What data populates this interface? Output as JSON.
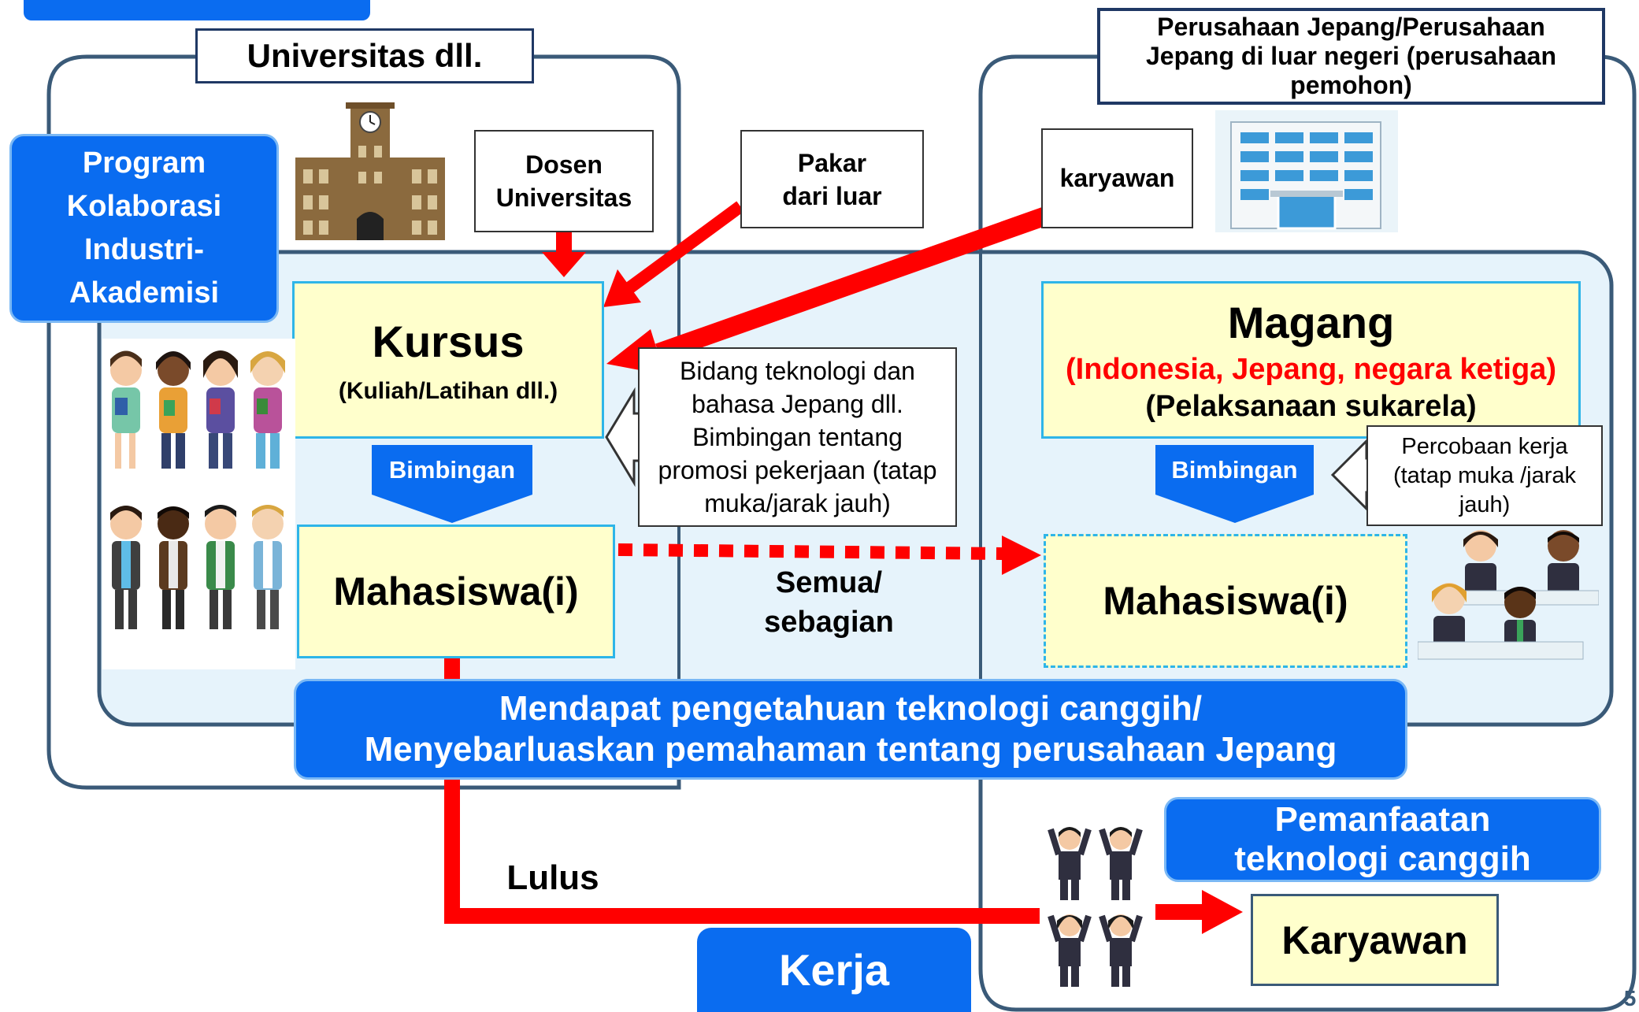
{
  "top_left_tab": "",
  "universitas_label": "Universitas dll.",
  "company_label": "Perusahaan Jepang/Perusahaan Jepang di luar negeri (perusahaan pemohon)",
  "program_label": "Program Kolaborasi Industri-Akademisi",
  "dosen_label": "Dosen Universitas",
  "pakar_label": "Pakar dari luar",
  "karyawan_small_label": "karyawan",
  "kursus_title": "Kursus",
  "kursus_sub": "(Kuliah/Latihan dll.)",
  "bimbingan_left": "Bimbingan",
  "mahasiswa_left": "Mahasiswa(i)",
  "bidang_note": "Bidang teknologi dan bahasa Jepang dll. Bimbingan tentang promosi pekerjaan (tatap muka/jarak jauh)",
  "magang_title": "Magang",
  "magang_red": "(Indonesia, Jepang, negara ketiga)",
  "magang_sub": "(Pelaksanaan sukarela)",
  "bimbingan_right": "Bimbingan",
  "percobaan_note": "Percobaan kerja (tatap muka /jarak jauh)",
  "mahasiswa_right": "Mahasiswa(i)",
  "semua_label": "Semua/ sebagian",
  "banner_line1": "Mendapat pengetahuan teknologi canggih/",
  "banner_line2": "Menyebarluaskan pemahaman tentang perusahaan Jepang",
  "lulus_label": "Lulus",
  "kerja_label": "Kerja",
  "pemanfaatan_label": "Pemanfaatan teknologi canggih",
  "karyawan_label": "Karyawan",
  "page_number": "5",
  "colors": {
    "blue": "#0a6cf0",
    "red": "#ff0000",
    "yellow": "#ffffcc",
    "light_blue": "#e6f3fb",
    "outline": "#3a5a78"
  },
  "icons": [
    "university-building-icon",
    "office-building-icon",
    "students-women-icon",
    "students-men-icon",
    "business-people-icon",
    "cheering-employees-icon"
  ]
}
